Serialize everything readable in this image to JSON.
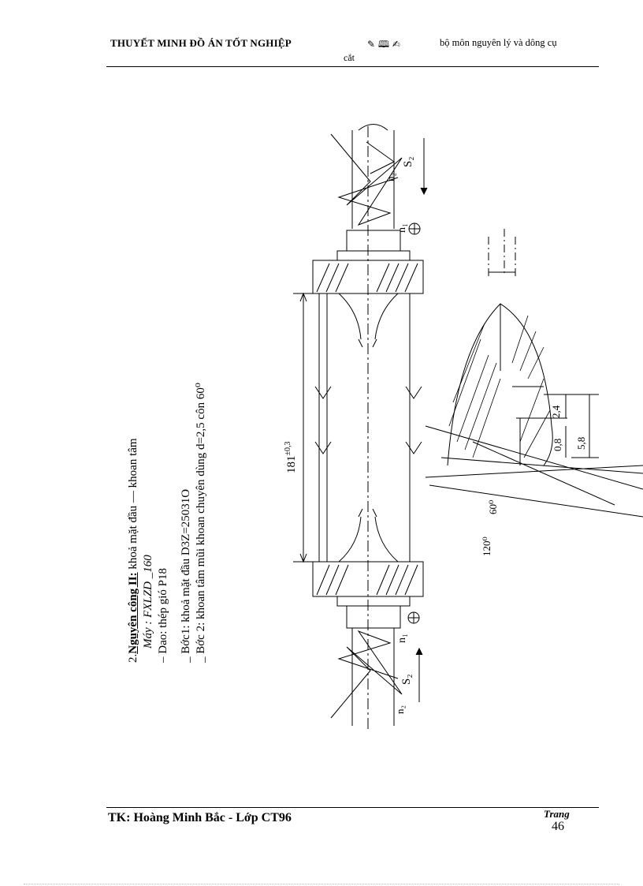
{
  "header": {
    "left_title": "THUYẾT  MINH ĐỒ ÁN TỐT NGHIỆP",
    "icons": "✎ 🕮 ✍",
    "right_text": "bộ môn nguyên  lý  và  dông cụ",
    "wrap_text": "cắt"
  },
  "operation": {
    "title_prefix": "2.",
    "title": "Nguyên công II:",
    "title_suffix": " khoả mặt đầu — khoan  tâm",
    "machine": "Máy : FXLZD _160",
    "tool": "– Dao: thép gió P18",
    "step1": "_ Bớc1:  khoả mặt đầu D3Z=25031O",
    "step2": "_ Bớc  2: khoan tâm mũi khoan chuyên dùng d=2,5 côn 60⁰"
  },
  "drawing": {
    "s2_top": "S₂",
    "n2_top": "n₂",
    "n1_top": "n₁",
    "dim_length": "181",
    "dim_tol": "±0,3",
    "dim_24": "2,4",
    "dim_58": "5,8",
    "dim_08": "0,8",
    "angle_60": "60⁰",
    "angle_120": "120⁰",
    "n1_bottom": "n₁",
    "s2_bottom": "S₂",
    "n2_bottom": "n₂"
  },
  "footer": {
    "author": "TK: Hoàng Minh Bắc -  Lớp CT96",
    "page_label": "Trang",
    "page_number": "46"
  }
}
